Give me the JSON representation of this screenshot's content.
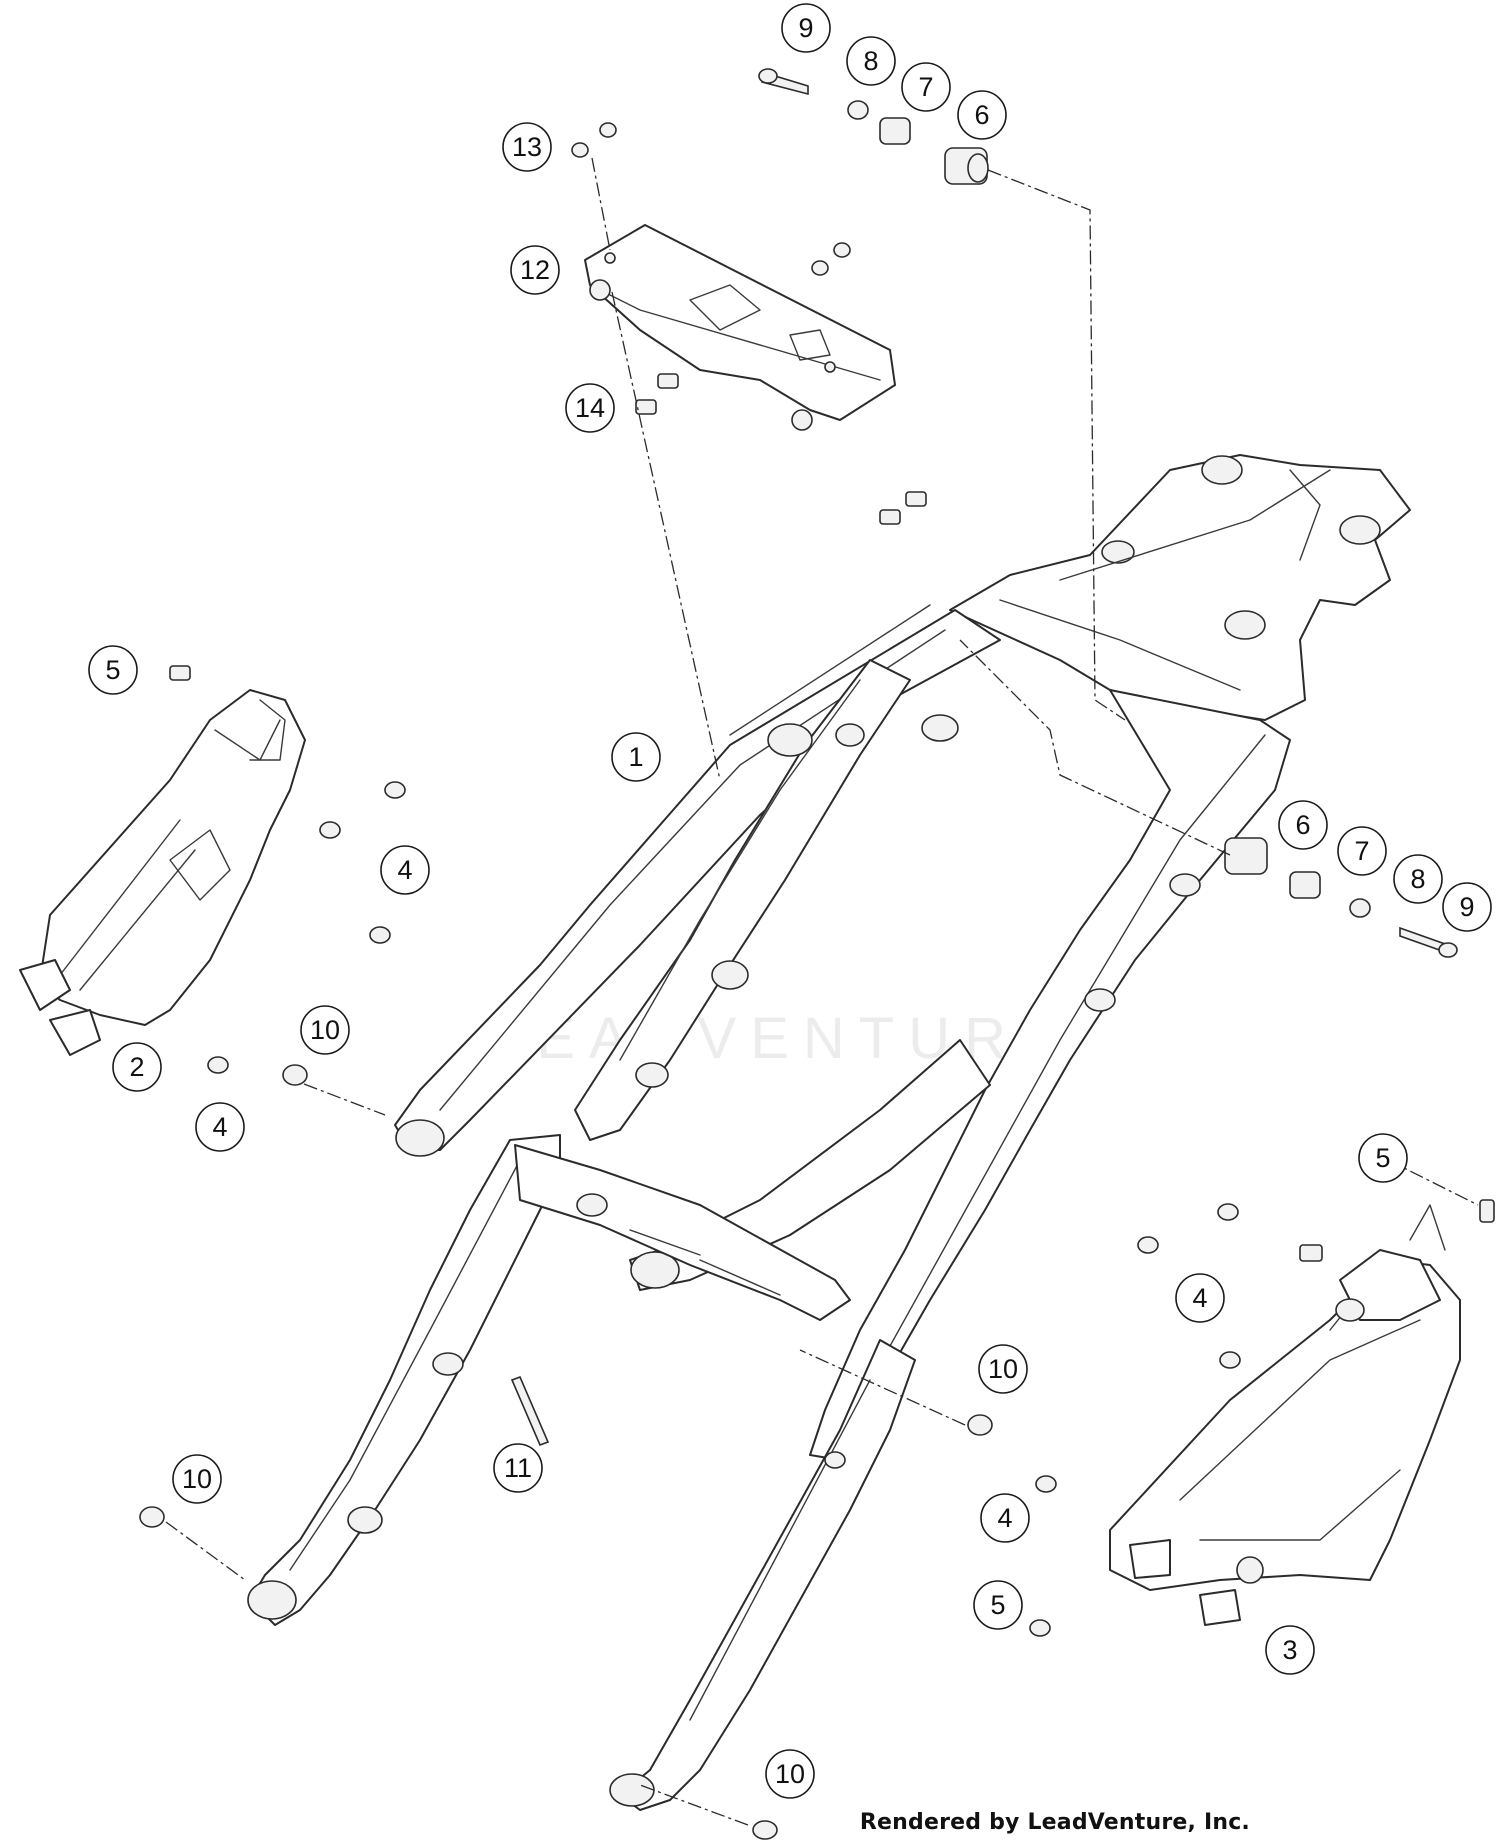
{
  "watermark": "LEADVENTURE",
  "credit": "Rendered by LeadVenture, Inc.",
  "callouts": [
    "1",
    "2",
    "3",
    "4",
    "4",
    "4",
    "4",
    "5",
    "5",
    "5",
    "6",
    "6",
    "7",
    "7",
    "8",
    "8",
    "9",
    "9",
    "10",
    "10",
    "10",
    "10",
    "11",
    "12",
    "13",
    "14"
  ]
}
